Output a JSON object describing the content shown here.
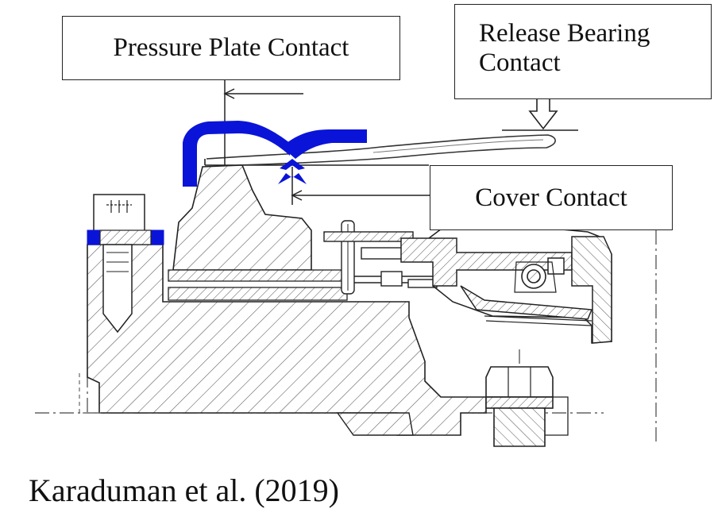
{
  "labels": {
    "pressure_plate": "Pressure Plate Contact",
    "release_bearing": "Release Bearing\nContact",
    "release_bearing_line1": "Release Bearing",
    "release_bearing_line2": "Contact",
    "cover": "Cover Contact"
  },
  "citation": "Karaduman et al. (2019)",
  "colors": {
    "highlight": "#0a14d8",
    "ink": "#222222",
    "background": "#ffffff"
  }
}
